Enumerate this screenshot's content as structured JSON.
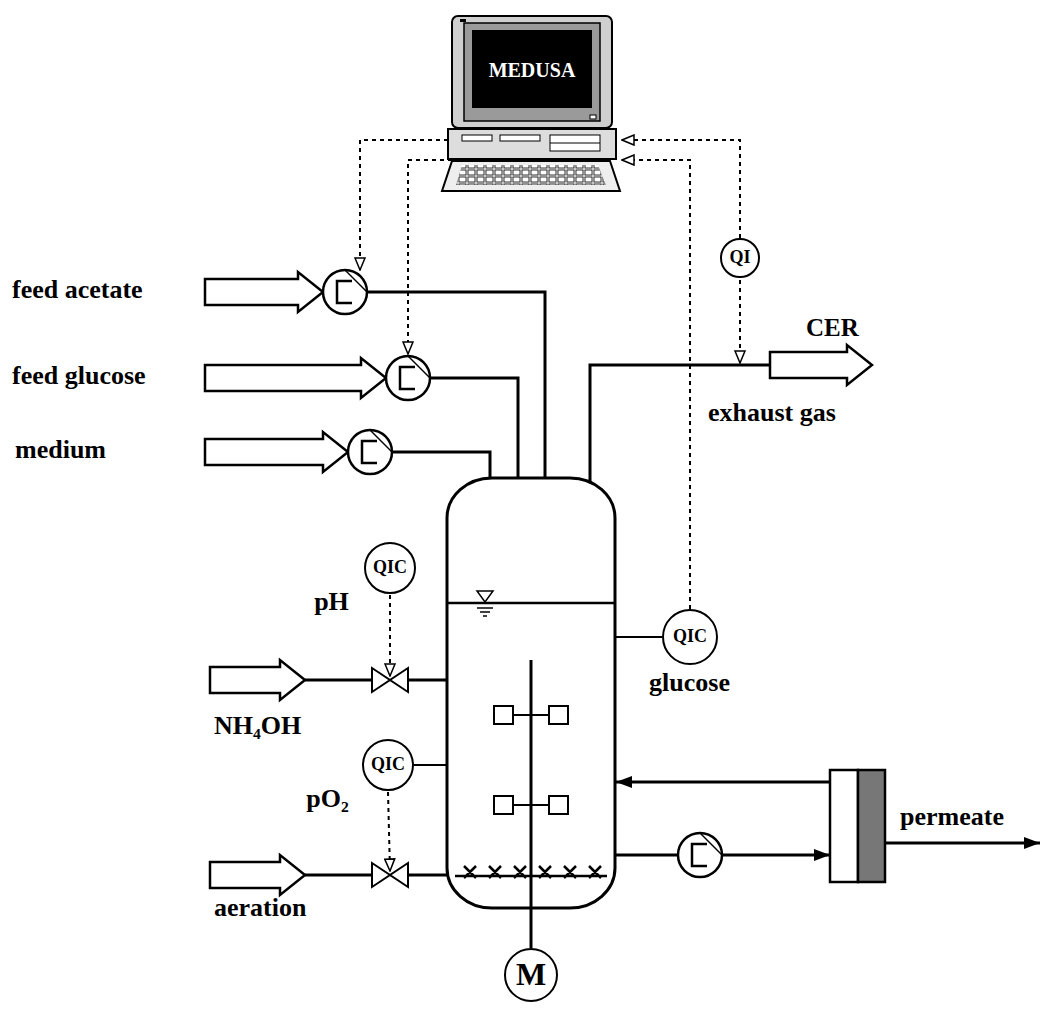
{
  "diagram": {
    "nodes": [
      {
        "text": [
          "MEDUSA"
        ]
      },
      {
        "text": [
          "QI"
        ]
      },
      {
        "text": [
          "QIC",
          "pH"
        ]
      },
      {
        "text": [
          "QIC",
          "glucose"
        ]
      },
      {
        "text": [
          "QIC",
          "pO₂"
        ]
      },
      {
        "text": [
          "M"
        ]
      }
    ],
    "edges": [
      {
        "from": 1,
        "to": 0,
        "arrow": "to"
      },
      {
        "from": 3,
        "to": 0,
        "arrow": "to"
      }
    ],
    "labels": [
      "feed acetate",
      "feed glucose",
      "medium",
      "CER",
      "exhaust gas",
      "NH₄OH",
      "aeration",
      "permeate"
    ]
  }
}
